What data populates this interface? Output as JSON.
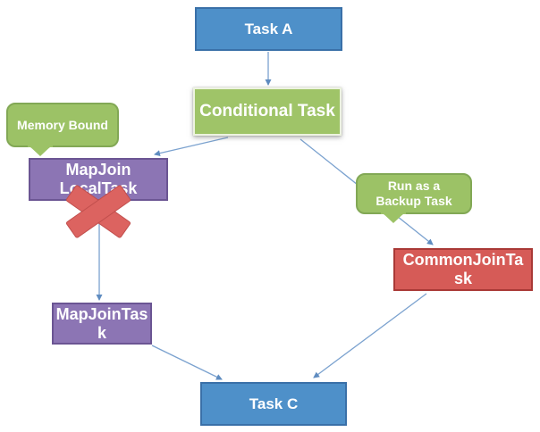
{
  "nodes": {
    "task_a": {
      "label": "Task A",
      "color": "blue"
    },
    "conditional_task": {
      "label": "Conditional Task",
      "color": "green"
    },
    "mapjoin_localtask": {
      "label": "MapJoin LocalTask",
      "color": "purple"
    },
    "commonjointask": {
      "label": "CommonJoinTask",
      "color": "red"
    },
    "mapjointask": {
      "label": "MapJoinTask",
      "color": "purple"
    },
    "task_c": {
      "label": "Task C",
      "color": "blue"
    }
  },
  "callouts": {
    "memory_bound": {
      "label": "Memory Bound"
    },
    "run_as_backup": {
      "label": "Run as a Backup Task"
    }
  },
  "edges": [
    {
      "from": "task_a",
      "to": "conditional_task"
    },
    {
      "from": "conditional_task",
      "to": "mapjoin_localtask"
    },
    {
      "from": "conditional_task",
      "to": "commonjointask"
    },
    {
      "from": "mapjoin_localtask",
      "to": "mapjointask"
    },
    {
      "from": "mapjointask",
      "to": "task_c"
    },
    {
      "from": "commonjointask",
      "to": "task_c"
    }
  ],
  "annotations": {
    "x_mark": {
      "on": "mapjoin_localtask",
      "symbol": "X"
    }
  },
  "colors": {
    "blue_fill": "#4e90c9",
    "blue_border": "#3a70a8",
    "green_fill": "#9cc266",
    "green_border": "#82a855",
    "green_highlight_border": "#edf3e0",
    "purple_fill": "#8c75b4",
    "purple_border": "#6b5593",
    "red_fill": "#d65b57",
    "red_border": "#a93936",
    "x_fill": "#dc6360",
    "x_stroke": "#c14f4d",
    "arrow_line": "#7ba2cf",
    "arrow_head": "#5f8cc0",
    "text": "#ffffff",
    "background": "#ffffff"
  }
}
